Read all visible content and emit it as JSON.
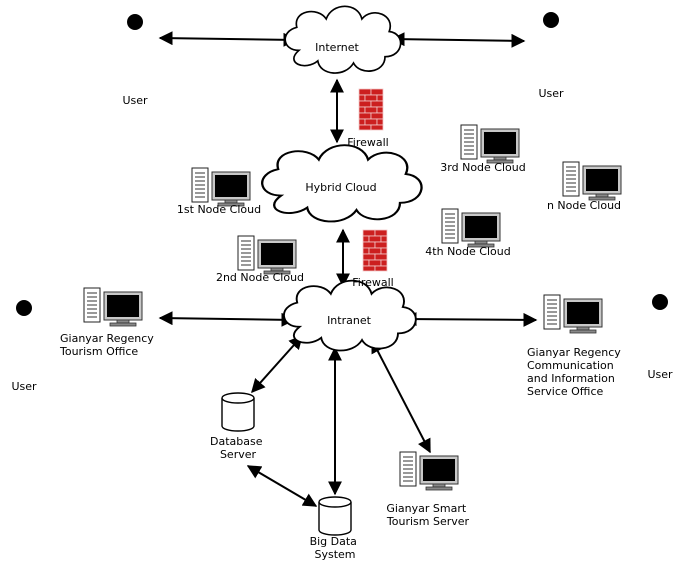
{
  "users": {
    "top_left": "User",
    "top_right": "User",
    "mid_left": "User",
    "mid_right": "User"
  },
  "clouds": {
    "internet": "Internet",
    "hybrid": "Hybrid Cloud",
    "intranet": "Intranet"
  },
  "firewalls": {
    "top": "Firewall",
    "bottom": "Firewall"
  },
  "nodes": {
    "first": "1st Node Cloud",
    "second": "2nd Node Cloud",
    "third": "3rd Node Cloud",
    "fourth": "4th Node Cloud",
    "n": "n Node Cloud"
  },
  "offices": {
    "tourism": [
      "Gianyar Regency",
      "Tourism Office"
    ],
    "communication": [
      "Gianyar Regency",
      "Communication",
      "and Information",
      "Service Office"
    ]
  },
  "servers": {
    "database": [
      "Database",
      "Server"
    ],
    "smart_tourism": [
      "Gianyar Smart",
      "Tourism Server"
    ],
    "big_data": [
      "Big Data",
      "System"
    ]
  }
}
